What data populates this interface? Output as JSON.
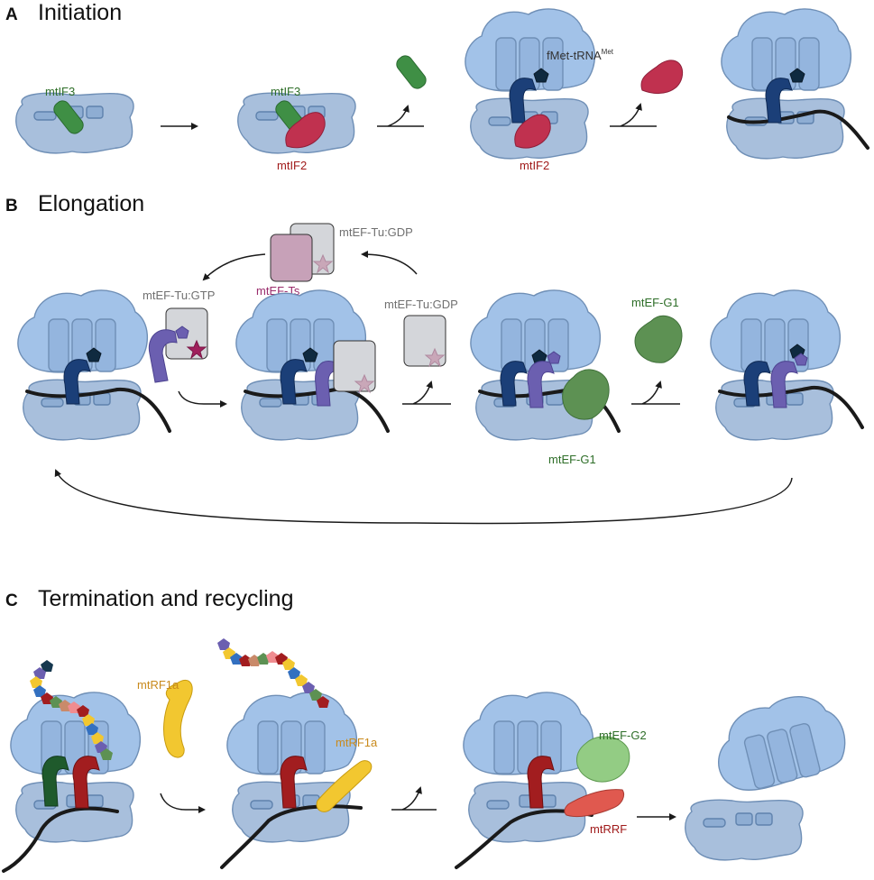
{
  "sections": {
    "a": {
      "letter": "A",
      "title": "Initiation"
    },
    "b": {
      "letter": "B",
      "title": "Elongation"
    },
    "c": {
      "letter": "C",
      "title": "Termination and recycling"
    }
  },
  "labels": {
    "mtif3": "mtIF3",
    "mtif2": "mtIF2",
    "fmet_main": "fMet-tRNA",
    "fmet_sup": "Met",
    "ef_tu_gdp": "mtEF-Tu:GDP",
    "ef_tu_gtp": "mtEF-Tu:GTP",
    "ef_ts": "mtEF-Ts",
    "ef_g1": "mtEF-G1",
    "rf1a": "mtRF1a",
    "ef_g2": "mtEF-G2",
    "rrf": "mtRRF"
  },
  "colors": {
    "small_subunit": "#a8bfdc",
    "large_subunit": "#a2c2e8",
    "mrna": "#1a1a1a",
    "mtif3": "#3f8f45",
    "mtif2": "#c0314f",
    "initiator_trna": "#1b3f78",
    "aminoacyl_trna": "#6b5fb0",
    "ef_tu": "#d4d6da",
    "ef_ts": "#c7a1b8",
    "ef_g1": "#5d9153",
    "rf1a": "#f2c730",
    "ef_g2": "#93cc84",
    "rrf": "#e0594f",
    "peptidyl_trna": "#a21d1f",
    "exit_trna": "#1f5a2c",
    "label_green": "#2e6e28",
    "label_red": "#a01a1a",
    "label_grey": "#707070",
    "label_magenta": "#9a2c6c",
    "label_orange": "#c98a1c"
  }
}
